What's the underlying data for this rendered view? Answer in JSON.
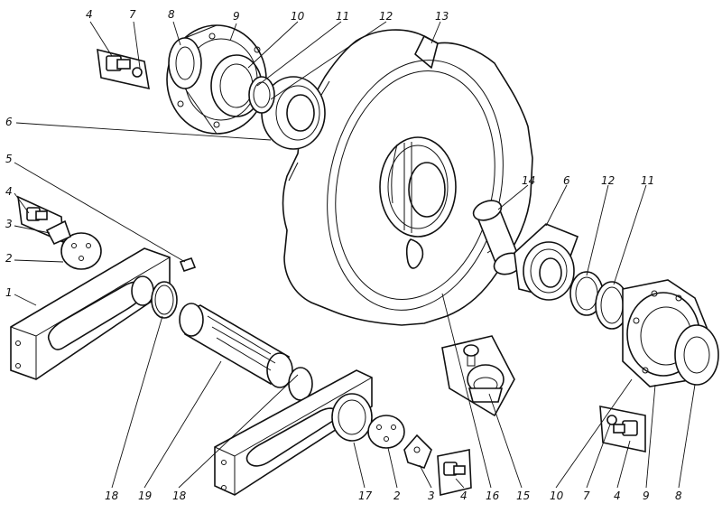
{
  "labels": [
    {
      "id": "top-4",
      "text": "4"
    },
    {
      "id": "top-7",
      "text": "7"
    },
    {
      "id": "top-8",
      "text": "8"
    },
    {
      "id": "top-9",
      "text": "9"
    },
    {
      "id": "top-10",
      "text": "10"
    },
    {
      "id": "top-11",
      "text": "11"
    },
    {
      "id": "top-12",
      "text": "12"
    },
    {
      "id": "top-13",
      "text": "13"
    },
    {
      "id": "left-6",
      "text": "6"
    },
    {
      "id": "left-5",
      "text": "5"
    },
    {
      "id": "left-4",
      "text": "4"
    },
    {
      "id": "left-3",
      "text": "3"
    },
    {
      "id": "left-2",
      "text": "2"
    },
    {
      "id": "left-1",
      "text": "1"
    },
    {
      "id": "right-14",
      "text": "14"
    },
    {
      "id": "right-6",
      "text": "6"
    },
    {
      "id": "right-12",
      "text": "12"
    },
    {
      "id": "right-11",
      "text": "11"
    },
    {
      "id": "bottom-18a",
      "text": "18"
    },
    {
      "id": "bottom-19",
      "text": "19"
    },
    {
      "id": "bottom-18b",
      "text": "18"
    },
    {
      "id": "bottom-17",
      "text": "17"
    },
    {
      "id": "bottom-2",
      "text": "2"
    },
    {
      "id": "bottom-3",
      "text": "3"
    },
    {
      "id": "bottom-4",
      "text": "4"
    },
    {
      "id": "bottom-16",
      "text": "16"
    },
    {
      "id": "bottom-15",
      "text": "15"
    },
    {
      "id": "bottom-10",
      "text": "10"
    },
    {
      "id": "bottom-7",
      "text": "7"
    },
    {
      "id": "bottom-4b",
      "text": "4"
    },
    {
      "id": "bottom-9",
      "text": "9"
    },
    {
      "id": "bottom-8",
      "text": "8"
    }
  ]
}
